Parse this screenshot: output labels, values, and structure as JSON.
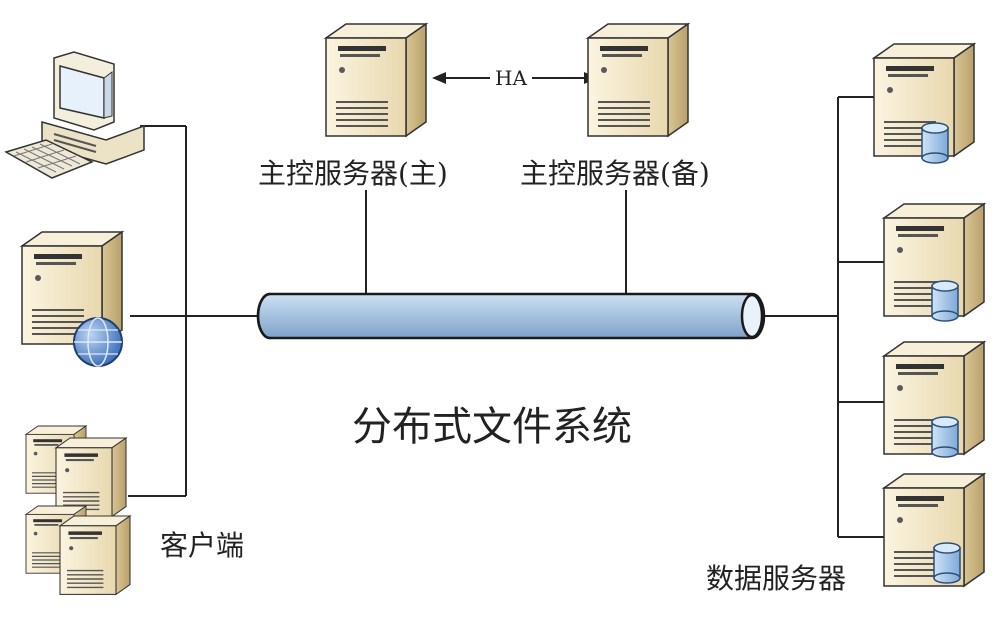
{
  "labels": {
    "ha": "HA",
    "master_primary": "主控服务器(主)",
    "master_backup": "主控服务器(备)",
    "dfs": "分布式文件系统",
    "clients": "客户端",
    "data_servers": "数据服务器"
  },
  "icons": {
    "desktop": "desktop-computer-icon",
    "web_server": "web-server-icon",
    "server_cluster": "server-cluster-icon",
    "master_server": "tower-server-icon",
    "data_server": "database-server-icon"
  },
  "colors": {
    "pipe_fill": "#a9c4e2",
    "pipe_stroke": "#1a1a1a",
    "server_body": "#f2e6c6",
    "server_shade": "#d9c79a",
    "db_blue": "#9fc4ea"
  }
}
